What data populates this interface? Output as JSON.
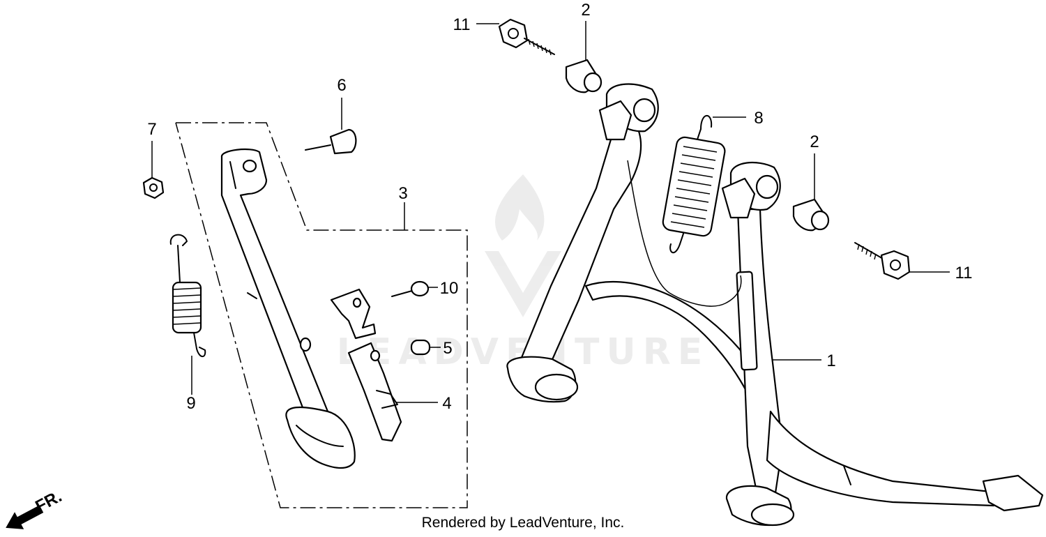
{
  "diagram": {
    "callouts": {
      "c11a": "11",
      "c2a": "2",
      "c8": "8",
      "c2b": "2",
      "c6": "6",
      "c7": "7",
      "c3": "3",
      "c10": "10",
      "c11b": "11",
      "c5": "5",
      "c1": "1",
      "c4": "4",
      "c9": "9"
    },
    "direction_label": "FR.",
    "watermark_text": "LEADVENTURE",
    "credit": "Rendered by LeadVenture, Inc."
  },
  "colors": {
    "ink": "#000000",
    "paper": "#ffffff"
  }
}
